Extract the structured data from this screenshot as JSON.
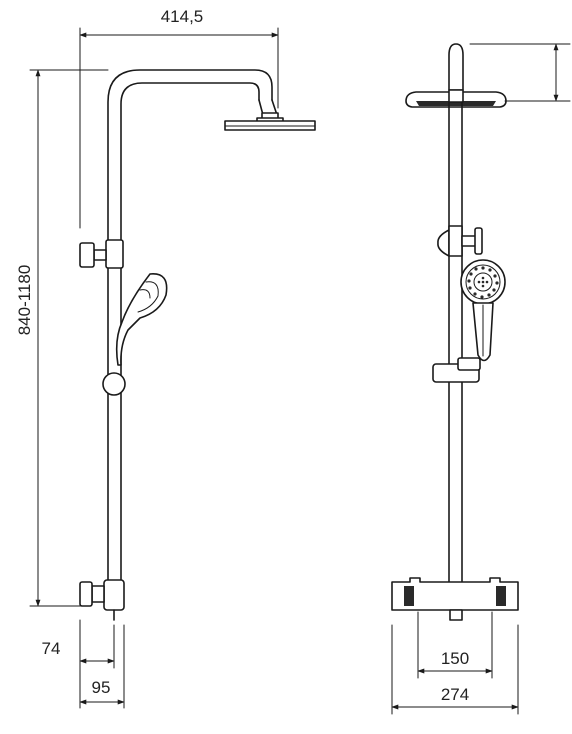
{
  "dimensions": {
    "width_top": "414,5",
    "height_range": "840-1180",
    "depth_74": "74",
    "depth_95": "95",
    "spacing_150": "150",
    "width_274": "274"
  }
}
